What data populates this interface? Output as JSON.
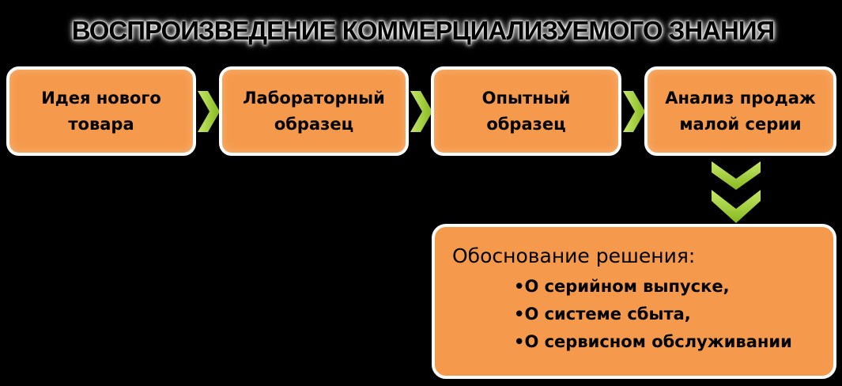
{
  "title": "ВОСПРОИЗВЕДЕНИЕ КОММЕРЦИАЛИЗУЕМОГО ЗНАНИЯ",
  "colors": {
    "box_fill": "#f59a4c",
    "box_border": "#ffffff",
    "arrow_fill": "#9acd2e",
    "background": "#000000"
  },
  "steps": [
    {
      "line1": "Идея нового",
      "line2": "товара"
    },
    {
      "line1": "Лабораторный",
      "line2": "образец"
    },
    {
      "line1": "Опытный",
      "line2": "образец"
    },
    {
      "line1": "Анализ продаж",
      "line2": "малой серии"
    }
  ],
  "decision": {
    "title": "Обоснование решения:",
    "items": [
      "О серийном выпуске,",
      "О системе сбыта,",
      "О сервисном обслуживании"
    ]
  },
  "arrows": {
    "horizontal": "chevron-right-icon",
    "vertical": "double-chevron-down-icon"
  }
}
